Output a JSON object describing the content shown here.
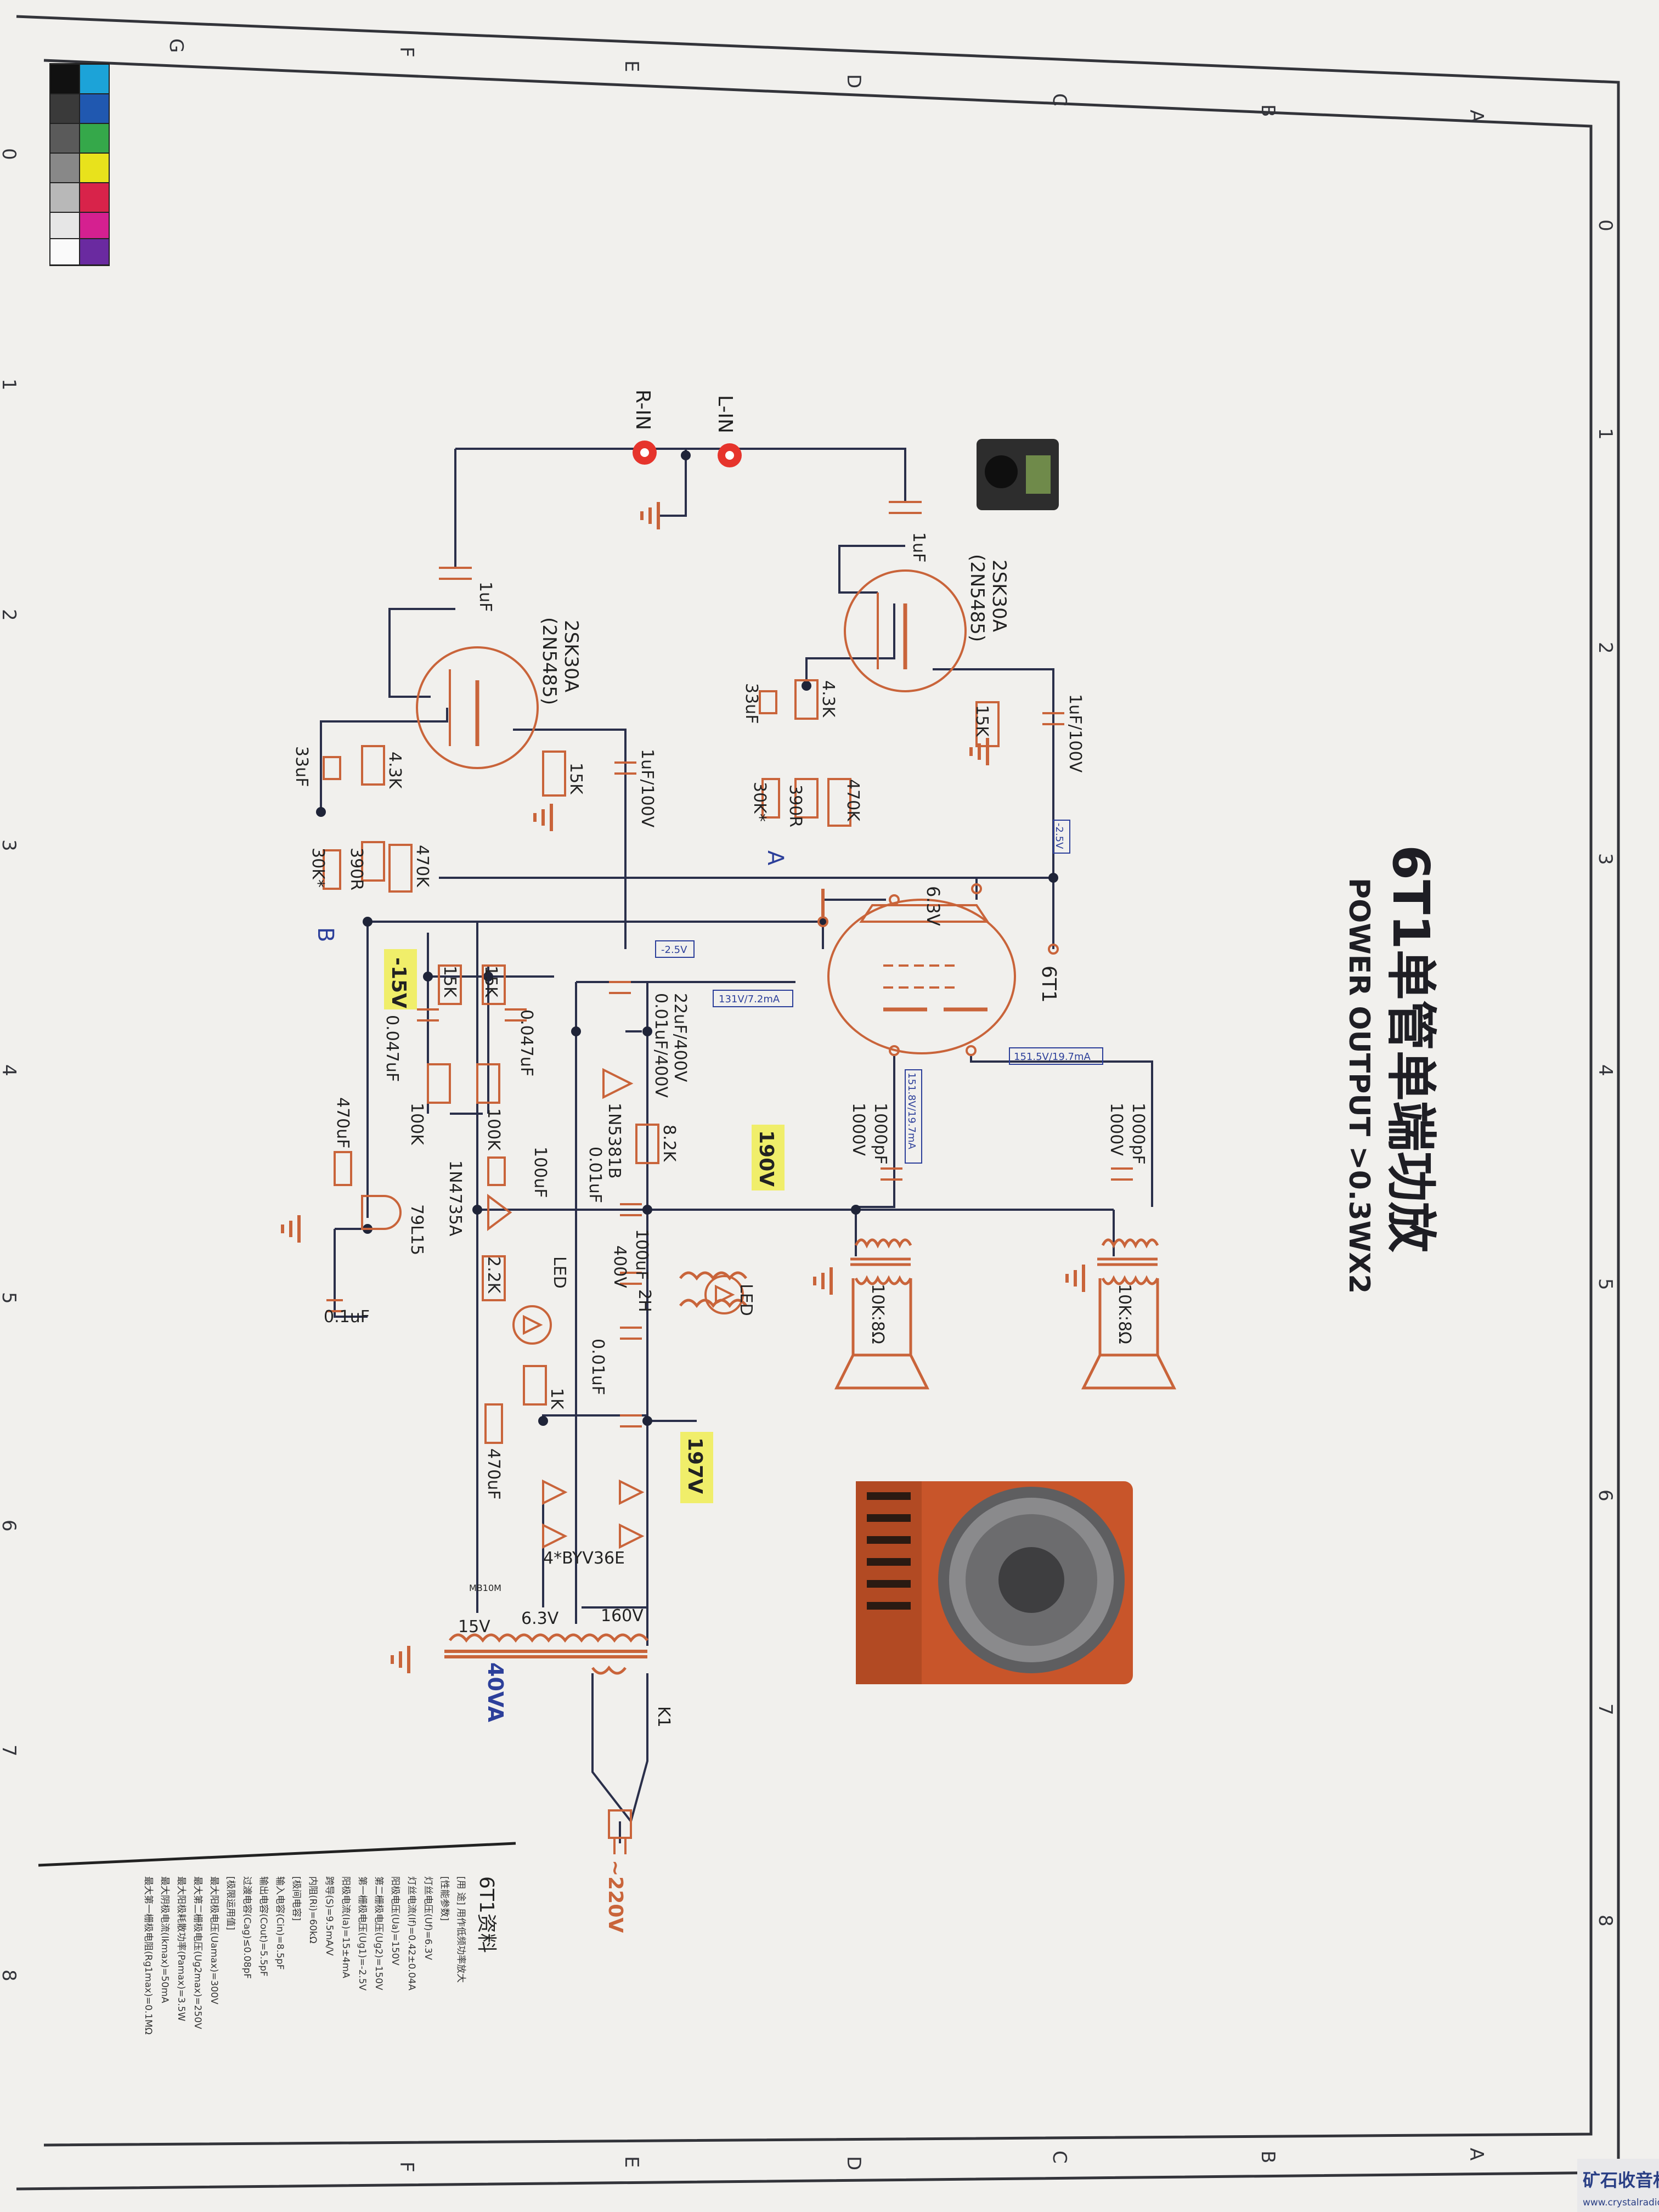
{
  "title": {
    "chinese": "6T1单管单端功放",
    "english": "POWER OUTPUT >0.3WX2"
  },
  "border": {
    "rows_top": [
      "G",
      "F",
      "E",
      "D",
      "C",
      "B",
      "A"
    ],
    "rows_bottom": [
      "F",
      "E",
      "D",
      "C",
      "B",
      "A"
    ],
    "cols_left": [
      "0",
      "1",
      "2",
      "3",
      "4",
      "5",
      "6",
      "7",
      "8"
    ],
    "cols_right": [
      "0",
      "1",
      "2",
      "3",
      "4",
      "5",
      "6",
      "7",
      "8"
    ]
  },
  "inputs": {
    "left": "L-IN",
    "right": "R-IN"
  },
  "jfet": {
    "part": "2SK30A",
    "alt": "(2N5485)"
  },
  "tube": {
    "name": "6T1",
    "heater": "6.3V"
  },
  "components": {
    "c_in": "1uF",
    "r_4k3": "4.3K",
    "c_33u": "33uF",
    "r_390": "390R",
    "r_30k": "30K*",
    "r_15k": "15K",
    "r_470k": "470K",
    "c_1u100": "1uF/100V",
    "marker_a": "A",
    "marker_b": "B",
    "c_1000p": "1000pF",
    "c_1000v": "1000V",
    "xfmr": "10K:8Ω",
    "c_22u": "22uF/400V",
    "c_001u400": "0.01uF/400V",
    "zener_hv": "1N5381B",
    "r_8k2": "8.2K",
    "c_001u": "0.01uF",
    "c_100u400": "100uF",
    "v400": "400V",
    "choke": "2H",
    "led": "LED",
    "r_1k": "1K",
    "c_0047": "0.047uF",
    "r_100k": "100K",
    "r_15k_b": "15K",
    "c_100u": "100uF",
    "zener_lv": "1N4735A",
    "r_2k2": "2.2K",
    "reg": "79L15",
    "c_470u": "470uF",
    "c_01u": "0.1uF",
    "diodes": "4*BYV36E",
    "bridge": "MB10M",
    "sw": "K1",
    "mains": "~220V"
  },
  "voltages": {
    "v_m15": "-15V",
    "v_190": "190V",
    "v_197": "197V",
    "g1_a": "-2.5V",
    "g1_b": "-2.5V",
    "g2": "131V/7.2mA",
    "plate_a": "151.5V/19.7mA",
    "plate_b": "151.8V/19.7mA"
  },
  "transformer": {
    "tap1": "15V",
    "tap2": "6.3V",
    "tap3": "160V",
    "rating": "40VA"
  },
  "datasheet": {
    "title": "6T1资料",
    "lines": [
      "[用 途] 用作低频功率放大",
      "[性能参数]",
      "灯丝电压(Uf)=6.3V",
      "灯丝电流(If)=0.42±0.04A",
      "阳极电压(Ua)=150V",
      "第二栅极电压(Ug2)=150V",
      "第一栅极电压(Ug1)=-2.5V",
      "阳极电流(Ia)=15±4mA",
      "跨导(S)=9.5mA/V",
      "内阻(Ri)=60kΩ",
      "[极间电容]",
      "输入电容(Cin)=8.5pF",
      "输出电容(Cout)=5.5pF",
      "过渡电容(Cag)≤0.08pF",
      "[极限运用值]",
      "最大阳极电压(Uamax)=300V",
      "最大第二栅极电压(Ug2max)=250V",
      "最大阳极耗散功率(Pamax)=3.5W",
      "最大阴极电流(Ikmax)=50mA",
      "最大第一栅极电阻(Rg1max)=0.1MΩ"
    ]
  },
  "watermark": {
    "name": "矿石收音机",
    "url": "www.crystalradio.cn"
  },
  "colors": {
    "wire": "#2a2f4a",
    "component": "#c9643a",
    "highlight": "#f0ee6a",
    "label_blue": "#2c3f9a",
    "paper": "#f3f2ef"
  }
}
